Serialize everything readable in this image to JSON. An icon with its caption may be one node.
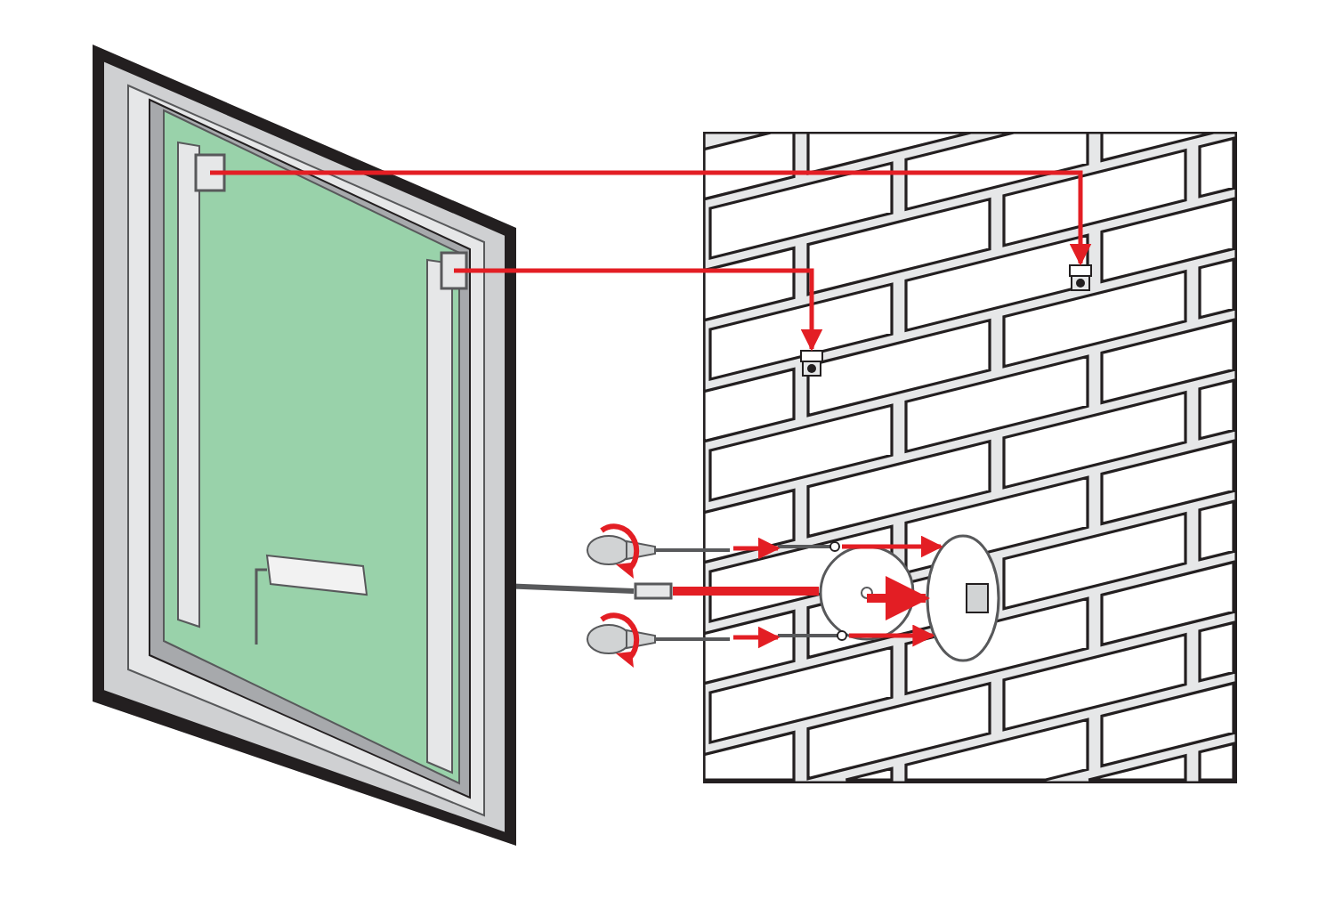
{
  "diagram": {
    "nodes": [
      {
        "text": [],
        "shape": "picture"
      },
      {
        "text": [],
        "shape": "box",
        "in": 0
      },
      {
        "text": [],
        "shape": "box",
        "in": 0
      },
      {
        "text": [],
        "shape": "picture"
      },
      {
        "text": [],
        "shape": "picture"
      },
      {
        "text": [],
        "shape": "box"
      },
      {
        "text": [],
        "shape": "circle"
      },
      {
        "text": [],
        "shape": "circle"
      },
      {
        "text": [],
        "shape": "picture"
      },
      {
        "text": [],
        "shape": "picture"
      },
      {
        "text": [],
        "shape": "picture"
      },
      {
        "text": [],
        "shape": "picture"
      }
    ],
    "edges": [
      {
        "from": 1,
        "to": 3,
        "arrow": "to"
      },
      {
        "from": 2,
        "to": 4,
        "arrow": "to"
      },
      {
        "from": 5,
        "to": 6,
        "arrow": "none",
        "style": "thick"
      },
      {
        "from": 6,
        "to": 7,
        "arrow": "to",
        "style": "thick"
      },
      {
        "from": 8,
        "to": 10,
        "arrow": "to"
      },
      {
        "from": 10,
        "to": 7,
        "arrow": "to"
      },
      {
        "from": 9,
        "to": 11,
        "arrow": "to"
      },
      {
        "from": 11,
        "to": 7,
        "arrow": "to"
      }
    ]
  }
}
